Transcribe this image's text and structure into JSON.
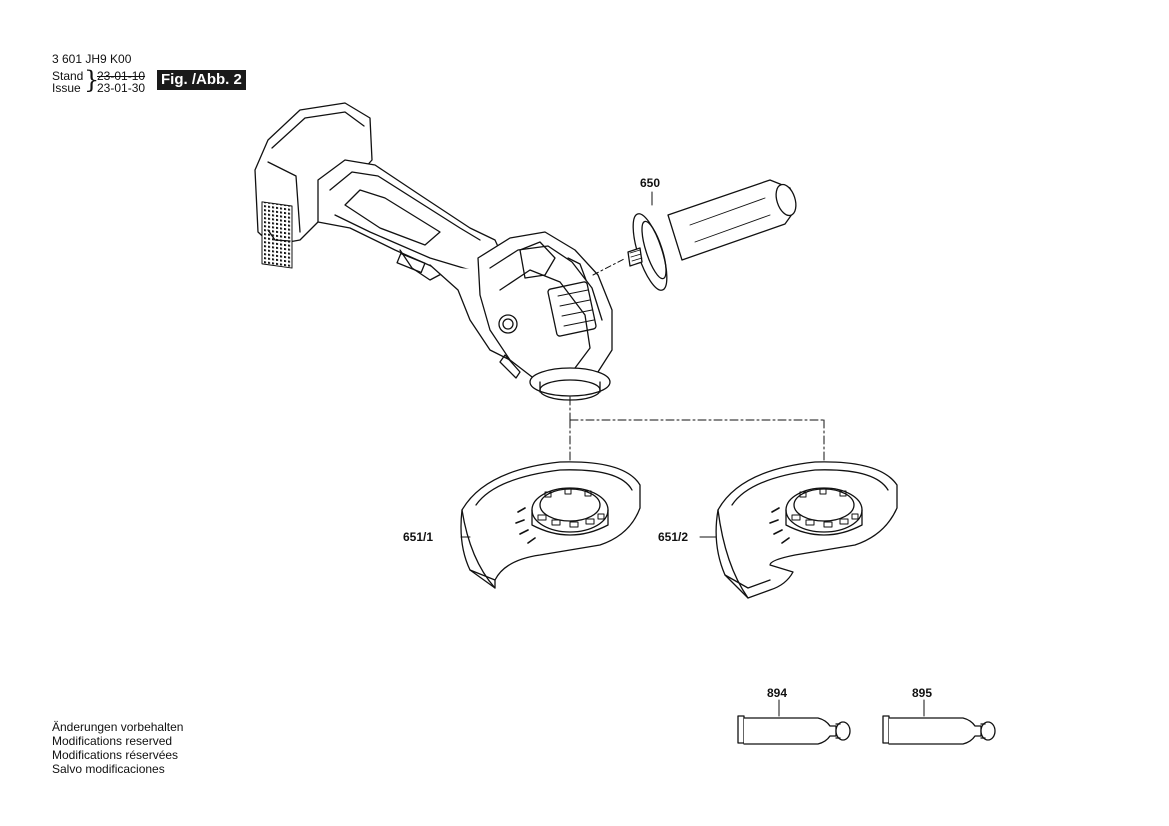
{
  "header": {
    "part_number": "3 601 JH9 K00",
    "stand_label": "Stand",
    "issue_label": "Issue",
    "stand_date": "23-01-10",
    "issue_date": "23-01-30",
    "figure_label": "Fig. /Abb. 2"
  },
  "callouts": {
    "handle": "650",
    "guard_1": "651/1",
    "guard_2": "651/2",
    "tube_1": "894",
    "tube_2": "895"
  },
  "footer": {
    "lines": [
      "Änderungen vorbehalten",
      "Modifications reserved",
      "Modifications réservées",
      "Salvo modificaciones"
    ]
  }
}
